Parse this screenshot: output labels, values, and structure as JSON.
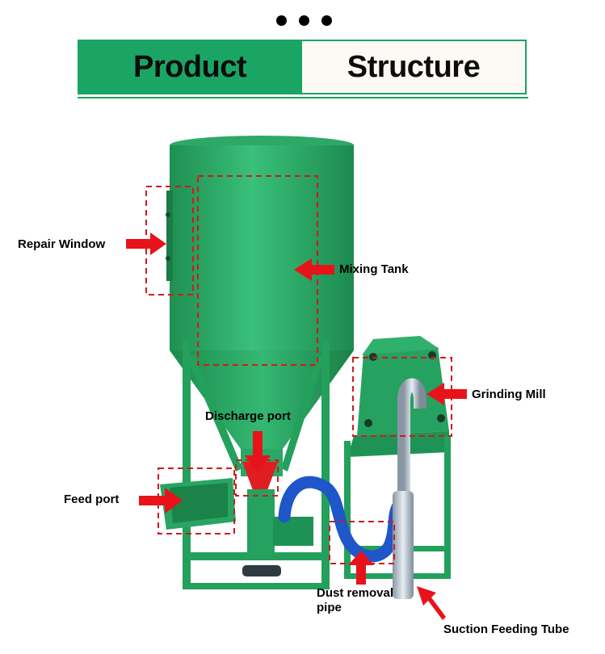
{
  "header": {
    "left_text": "Product",
    "right_text": "Structure"
  },
  "colors": {
    "brand_green": "#1aa564",
    "machine_green": "#2bb26a",
    "arrow_red": "#e8131a",
    "dash_red": "#d11a1a",
    "hose_blue": "#1f56c9"
  },
  "labels": {
    "repair_window": "Repair Window",
    "mixing_tank": "Mixing Tank",
    "grinding_mill": "Grinding Mill",
    "discharge_port": "Discharge port",
    "feed_port": "Feed port",
    "dust_removal_pipe": "Dust removal pipe",
    "suction_feeding_tube": "Suction Feeding Tube"
  }
}
